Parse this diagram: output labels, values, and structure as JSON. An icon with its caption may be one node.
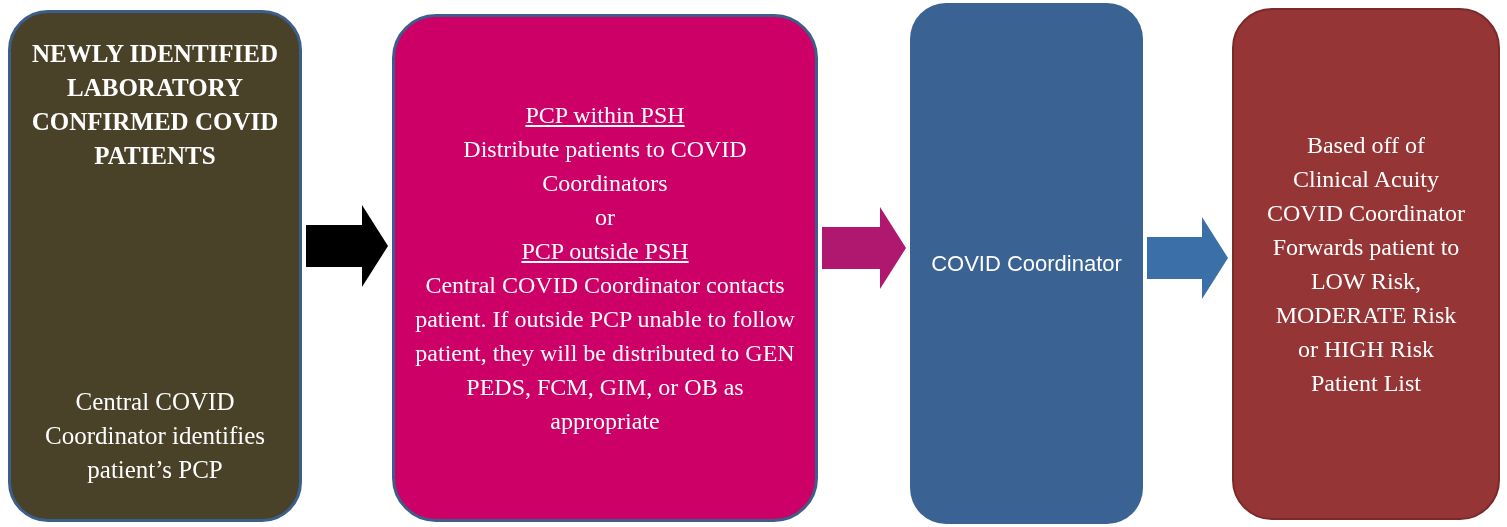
{
  "diagram": {
    "nodes": [
      {
        "text": [
          "NEWLY IDENTIFIED LABORATORY CONFIRMED COVID PATIENTS",
          "Central COVID Coordinator identifies patient’s PCP"
        ]
      },
      {
        "text": [
          "PCP within PSH",
          "Distribute patients to COVID Coordinators",
          "or",
          "PCP outside PSH",
          "Central COVID Coordinator contacts patient. If outside PCP unable to follow patient, they will be distributed to GEN PEDS, FCM, GIM, or OB as appropriate"
        ]
      },
      {
        "text": [
          "COVID Coordinator"
        ]
      },
      {
        "text": [
          "Based off of Clinical Acuity COVID Coordinator Forwards patient to LOW Risk, MODERATE Risk or HIGH Risk Patient List"
        ]
      }
    ],
    "edges": [
      {
        "from": 0,
        "to": 1,
        "arrow": "to",
        "color": "#000000"
      },
      {
        "from": 1,
        "to": 2,
        "arrow": "to",
        "color": "#b0186f"
      },
      {
        "from": 2,
        "to": 3,
        "arrow": "to",
        "color": "#3a6fa8"
      }
    ]
  }
}
